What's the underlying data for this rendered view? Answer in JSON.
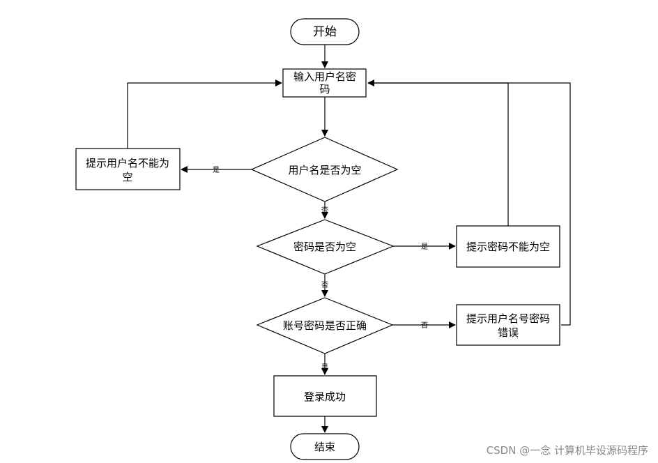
{
  "nodes": {
    "start": "开始",
    "input_line1": "输入用户名密",
    "input_line2": "码",
    "username_check": "用户名是否为空",
    "username_empty_line1": "提示用户名不能为",
    "username_empty_line2": "空",
    "password_check": "密码是否为空",
    "password_empty": "提示密码不能为空",
    "credentials_check": "账号密码是否正确",
    "credentials_error_line1": "提示用户名号密码",
    "credentials_error_line2": "错误",
    "login_success": "登录成功",
    "end": "结束"
  },
  "edge_labels": {
    "username_yes": "是",
    "username_no": "否",
    "password_yes": "是",
    "password_no": "否",
    "credentials_no": "否",
    "credentials_yes": "是"
  },
  "watermark": "CSDN @一念 计算机毕设源码程序"
}
